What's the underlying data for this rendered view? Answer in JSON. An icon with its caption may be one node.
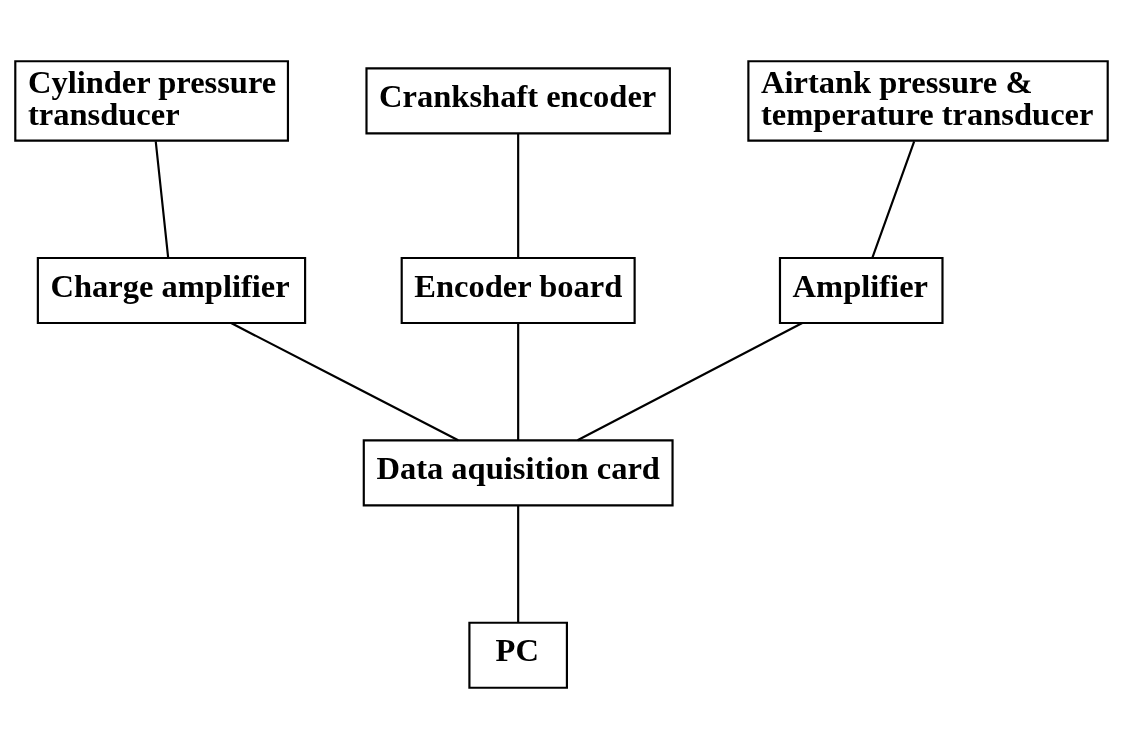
{
  "diagram": {
    "nodes": [
      {
        "text": [
          "Cylinder pressure transducer"
        ]
      },
      {
        "text": [
          "Crankshaft encoder"
        ]
      },
      {
        "text": [
          "Airtank pressure & temperature transducer"
        ]
      },
      {
        "text": [
          "Charge amplifier"
        ]
      },
      {
        "text": [
          "Encoder board"
        ]
      },
      {
        "text": [
          "Amplifier"
        ]
      },
      {
        "text": [
          "Data aquisition card"
        ]
      },
      {
        "text": [
          "PC"
        ]
      }
    ],
    "edges": [
      {
        "from": 0,
        "to": 3,
        "arrow": "none"
      },
      {
        "from": 1,
        "to": 4,
        "arrow": "none"
      },
      {
        "from": 2,
        "to": 5,
        "arrow": "none"
      },
      {
        "from": 3,
        "to": 6,
        "arrow": "none"
      },
      {
        "from": 4,
        "to": 6,
        "arrow": "none"
      },
      {
        "from": 5,
        "to": 6,
        "arrow": "none"
      },
      {
        "from": 6,
        "to": 7,
        "arrow": "none"
      }
    ]
  }
}
